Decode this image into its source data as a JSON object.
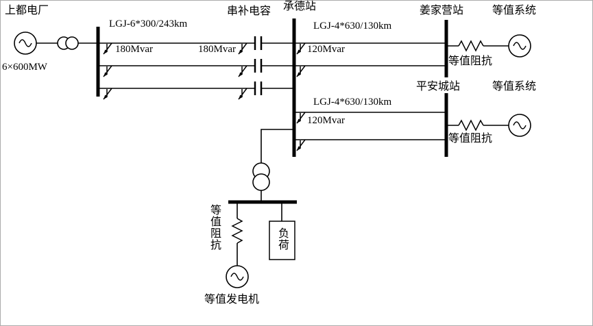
{
  "page": {
    "background": "#ffffff",
    "line_color": "#000000",
    "diagram_type": "power-system-single-line-diagram"
  },
  "labels": {
    "shangdu_plant": "上都电厂",
    "shangdu_capacity": "6×600MW",
    "left_line_spec": "LGJ-6*300/243km",
    "series_capacitor": "串补电容",
    "chengde_station": "承德站",
    "top_right_line_spec": "LGJ-4*630/130km",
    "jiangjiaying_station": "姜家营站",
    "equiv_system_top": "等值系统",
    "reactor_180_a": "180Mvar",
    "reactor_180_b": "180Mvar",
    "reactor_120_top": "120Mvar",
    "equiv_impedance_top": "等值阻抗",
    "pingancheng_station": "平安城站",
    "equiv_system_mid": "等值系统",
    "mid_right_line_spec": "LGJ-4*630/130km",
    "reactor_120_mid": "120Mvar",
    "equiv_impedance_mid": "等值阻抗",
    "equiv_impedance_bottom": "等值阻抗",
    "load": "负荷",
    "equiv_generator_bottom": "等值发电机"
  }
}
